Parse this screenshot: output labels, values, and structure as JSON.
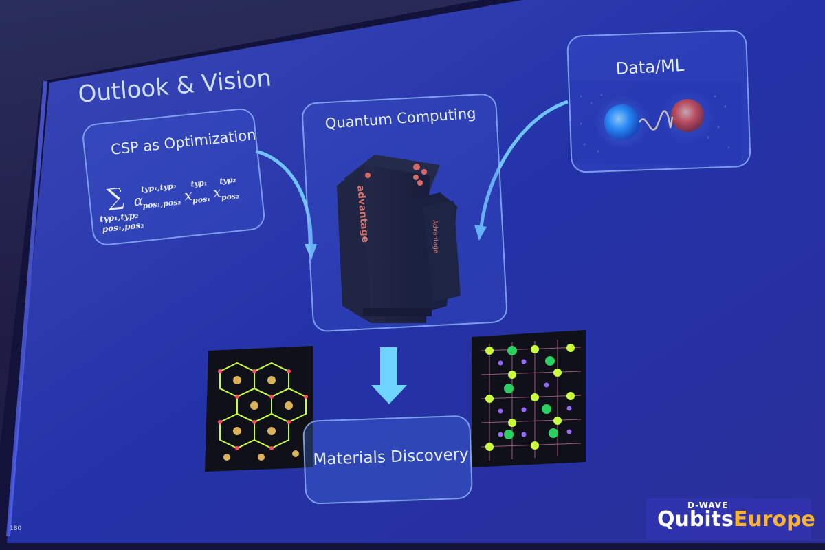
{
  "slide": {
    "title": "Outlook & Vision",
    "page_number": "180",
    "boxes": {
      "csp": "CSP as Optimization",
      "quantum": "Quantum Computing",
      "data": "Data/ML",
      "materials": "Materials Discovery"
    },
    "formula": {
      "sum_symbol": "∑",
      "sub_line1": "typ₁,typ₂",
      "sub_line2": "pos₁,pos₂",
      "alpha": "α",
      "alpha_sup": "typ₁,typ₂",
      "alpha_sub": "pos₁,pos₂",
      "x1": "x",
      "x1_sup": "typ₁",
      "x1_sub": "pos₁",
      "x2": "x",
      "x2_sup": "typ₂",
      "x2_sub": "pos₂"
    },
    "computer_text": {
      "vertical": "advantage",
      "side": "Advantage"
    },
    "brand": {
      "small": "D-WAVE",
      "qubits": "Qubits",
      "europe": "Europe"
    },
    "colors": {
      "accent_arrow": "#6fc3ff",
      "box_border": "#9ebeff",
      "brand_orange": "#ffb22e"
    }
  }
}
